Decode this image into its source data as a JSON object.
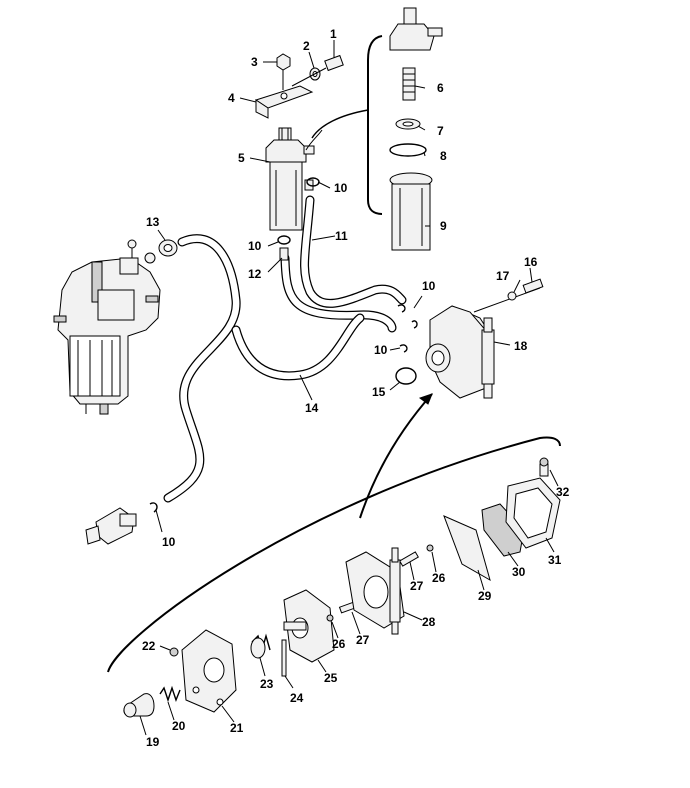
{
  "callouts": {
    "c1": "1",
    "c2": "2",
    "c3": "3",
    "c4": "4",
    "c5": "5",
    "c6": "6",
    "c7": "7",
    "c8": "8",
    "c9": "9",
    "c10a": "10",
    "c10b": "10",
    "c10c": "10",
    "c10d": "10",
    "c10e": "10",
    "c11": "11",
    "c12": "12",
    "c13": "13",
    "c14": "14",
    "c15": "15",
    "c16": "16",
    "c17": "17",
    "c18": "18",
    "c19": "19",
    "c20": "20",
    "c21": "21",
    "c22": "22",
    "c23": "23",
    "c24": "24",
    "c25": "25",
    "c26a": "26",
    "c26b": "26",
    "c27a": "27",
    "c27b": "27",
    "c28": "28",
    "c29": "29",
    "c30": "30",
    "c31": "31",
    "c32": "32"
  }
}
